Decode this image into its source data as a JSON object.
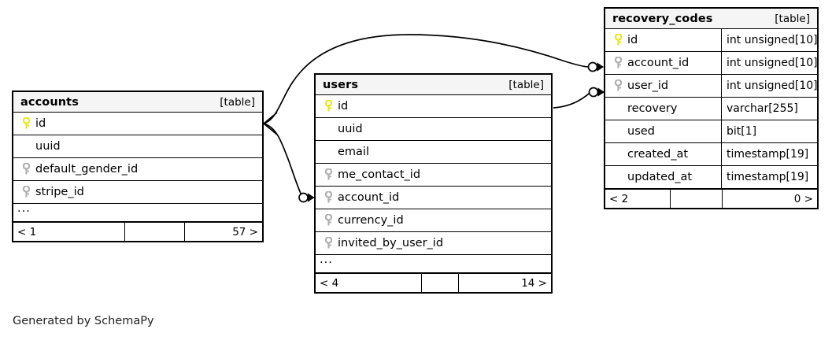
{
  "diagram": {
    "credit": "Generated by SchemaPy",
    "table_tag": "[table]",
    "key_icons": {
      "primary": "primary-key-icon",
      "foreign": "foreign-key-icon",
      "none": ""
    },
    "colors": {
      "primary_key": "#e8e81c",
      "foreign_key": "#b0b0b0",
      "border": "#000000",
      "header_bg": "#f5f5f5",
      "background": "#ffffff",
      "edge": "#000000"
    }
  },
  "tables": [
    {
      "id": "accounts",
      "name": "accounts",
      "tag": "[table]",
      "columns": [
        {
          "key": "primary",
          "name": "id",
          "type": ""
        },
        {
          "key": "none",
          "name": "uuid",
          "type": ""
        },
        {
          "key": "foreign",
          "name": "default_gender_id",
          "type": ""
        },
        {
          "key": "foreign",
          "name": "stripe_id",
          "type": ""
        }
      ],
      "more_indicator": "...",
      "footer": {
        "left": "< 1",
        "middle": "",
        "right": "57 >"
      }
    },
    {
      "id": "users",
      "name": "users",
      "tag": "[table]",
      "columns": [
        {
          "key": "primary",
          "name": "id",
          "type": ""
        },
        {
          "key": "none",
          "name": "uuid",
          "type": ""
        },
        {
          "key": "none",
          "name": "email",
          "type": ""
        },
        {
          "key": "foreign",
          "name": "me_contact_id",
          "type": ""
        },
        {
          "key": "foreign",
          "name": "account_id",
          "type": ""
        },
        {
          "key": "foreign",
          "name": "currency_id",
          "type": ""
        },
        {
          "key": "foreign",
          "name": "invited_by_user_id",
          "type": ""
        }
      ],
      "more_indicator": "...",
      "footer": {
        "left": "< 4",
        "middle": "",
        "right": "14 >"
      }
    },
    {
      "id": "recovery_codes",
      "name": "recovery_codes",
      "tag": "[table]",
      "columns": [
        {
          "key": "primary",
          "name": "id",
          "type": "int unsigned[10]"
        },
        {
          "key": "foreign",
          "name": "account_id",
          "type": "int unsigned[10]"
        },
        {
          "key": "foreign",
          "name": "user_id",
          "type": "int unsigned[10]"
        },
        {
          "key": "none",
          "name": "recovery",
          "type": "varchar[255]"
        },
        {
          "key": "none",
          "name": "used",
          "type": "bit[1]"
        },
        {
          "key": "none",
          "name": "created_at",
          "type": "timestamp[19]"
        },
        {
          "key": "none",
          "name": "updated_at",
          "type": "timestamp[19]"
        }
      ],
      "more_indicator": "",
      "footer": {
        "left": "< 2",
        "middle": "",
        "right": "0 >"
      }
    }
  ],
  "relationships": [
    {
      "id": "accounts-id-to-recovery_codes-account_id",
      "from": "accounts.id",
      "to": "recovery_codes.account_id"
    },
    {
      "id": "accounts-id-to-users-account_id",
      "from": "accounts.id",
      "to": "users.account_id"
    },
    {
      "id": "users-id-to-recovery_codes-user_id",
      "from": "users.id",
      "to": "recovery_codes.user_id"
    }
  ]
}
